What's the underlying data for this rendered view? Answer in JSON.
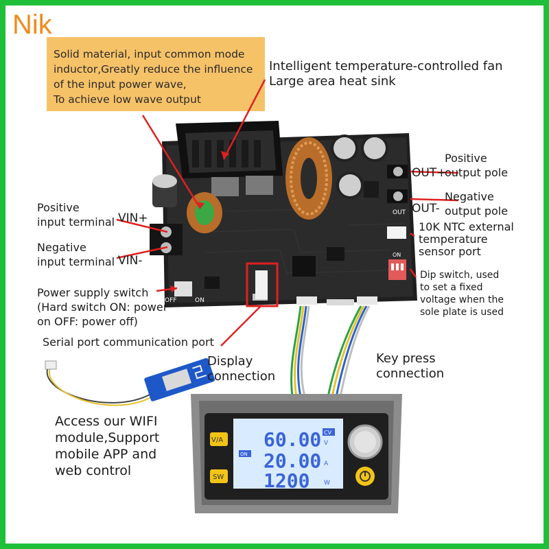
{
  "brand": "Nik",
  "callout_box": {
    "lines": [
      "Solid material, input common mode",
      "inductor,Greatly reduce the influence",
      "of the input power wave,",
      "To achieve low wave output"
    ]
  },
  "fan_label": [
    "Intelligent temperature-controlled fan",
    "Large area heat sink"
  ],
  "out_plus": "OUT+",
  "out_minus": "OUT-",
  "positive_output": [
    "Positive",
    "output pole"
  ],
  "negative_output": [
    "Negative",
    "output pole"
  ],
  "ntc_label": [
    "10K NTC external",
    "temperature",
    "sensor port"
  ],
  "dip_label": [
    "Dip switch, used",
    "to set a fixed",
    "voltage when the",
    "sole plate is used"
  ],
  "positive_input": [
    "Positive",
    "input terminal"
  ],
  "vin_plus": "VIN+",
  "negative_input": [
    "Negative",
    "input terminal"
  ],
  "vin_minus": "VIN-",
  "power_switch": [
    "Power supply switch",
    "(Hard switch ON: power",
    "on OFF: power off)"
  ],
  "serial_port": "Serial port communication port",
  "display_conn": [
    "Display",
    "connection"
  ],
  "key_conn": [
    "Key press",
    "connection"
  ],
  "wifi_label": [
    "Access our WIFI",
    "module,Support",
    "mobile APP and",
    "web control"
  ],
  "board_marks": {
    "off": "OFF",
    "on": "ON",
    "in": "IN-",
    "out": "OUT",
    "on_dip": "ON"
  },
  "lcd": {
    "row1_value": "60.00",
    "row1_unit": "V",
    "cv": "CV",
    "row2_value": "20.00",
    "row2_unit": "A",
    "on_badge": "ON",
    "row3_value": "1200",
    "row3_unit": "W"
  },
  "buttons": {
    "va": "V/A",
    "sw": "SW"
  },
  "colors": {
    "frame_green": "#1fbf3a",
    "callout_orange": "#f6c268",
    "brand_orange": "#f08a1c",
    "pointer_red": "#e02020",
    "lcd_blue": "#3a64d8",
    "button_yellow": "#f2c417"
  }
}
